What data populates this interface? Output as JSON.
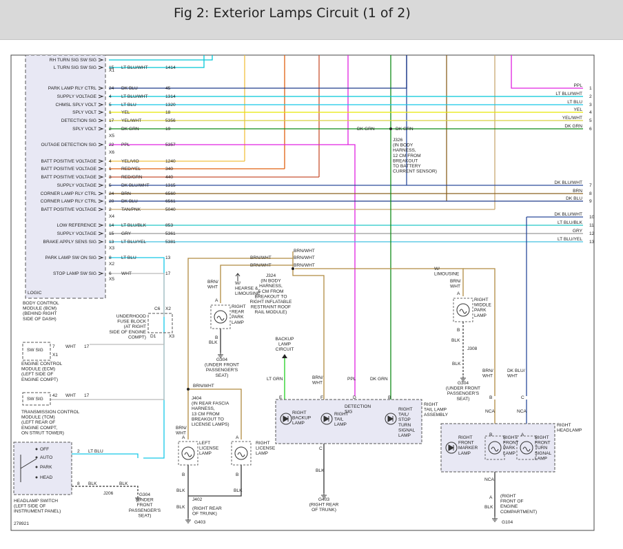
{
  "header": {
    "title": "Fig 2: Exterior Lamps Circuit (1 of 2)"
  },
  "figure_number": "278921",
  "bcm": {
    "label": [
      "LOGIC",
      "BODY CONTROL",
      "MODULE (BCM)",
      "(BEHIND RIGHT",
      "SIDE OF DASH)"
    ],
    "pins": [
      {
        "sig": "RH TURN SIG SW SIG",
        "pin": "",
        "color": "",
        "circuit": ""
      },
      {
        "sig": "L TURN SIG SW SIG",
        "pin": "15",
        "color": "LT BLU/WHT",
        "circuit": "1414"
      },
      {
        "sig": "PARK LAMP RLY CTRL",
        "pin": "24",
        "color": "DK BLU",
        "circuit": "45"
      },
      {
        "sig": "SUPPLY VOLTAGE",
        "pin": "4",
        "color": "LT BLU/WHT",
        "circuit": "1314"
      },
      {
        "sig": "CHMSL SPLY VOLT",
        "pin": "5",
        "color": "LT BLU",
        "circuit": "1320"
      },
      {
        "sig": "SPLY VOLT",
        "pin": "1",
        "color": "YEL",
        "circuit": "18"
      },
      {
        "sig": "DETECTION SIG",
        "pin": "17",
        "color": "YEL/WHT",
        "circuit": "5356"
      },
      {
        "sig": "SPLY VOLT",
        "pin": "2",
        "color": "DK GRN",
        "circuit": "19"
      },
      {
        "sig": "OUTAGE DETECTION SIG",
        "pin": "22",
        "color": "PPL",
        "circuit": "5357"
      },
      {
        "sig": "BATT POSITIVE VOLTAGE",
        "pin": "4",
        "color": "YEL/VIO",
        "circuit": "1240"
      },
      {
        "sig": "BATT POSITIVE VOLTAGE",
        "pin": "1",
        "color": "RED/YEL",
        "circuit": "340"
      },
      {
        "sig": "BATT POSITIVE VOLTAGE",
        "pin": "3",
        "color": "RED/GRN",
        "circuit": "440"
      },
      {
        "sig": "SUPPLY VOLTAGE",
        "pin": "5",
        "color": "DK BLU/WHT",
        "circuit": "1315"
      },
      {
        "sig": "CORNER LAMP RLY CTRL",
        "pin": "24",
        "color": "BRN",
        "circuit": "6560"
      },
      {
        "sig": "CORNER LAMP RLY CTRL",
        "pin": "20",
        "color": "DK BLU",
        "circuit": "6561"
      },
      {
        "sig": "BATT POSITIVE VOLTAGE",
        "pin": "2",
        "color": "TAN/PNK",
        "circuit": "5040"
      },
      {
        "sig": "LOW REFERENCE",
        "pin": "14",
        "color": "LT BLU/BLK",
        "circuit": "853"
      },
      {
        "sig": "SUPPLY VOLTAGE",
        "pin": "15",
        "color": "GRY",
        "circuit": "5361"
      },
      {
        "sig": "BRAKE APPLY SENS SIG",
        "pin": "13",
        "color": "LT BLU/YEL",
        "circuit": "5381"
      },
      {
        "sig": "PARK LAMP SW ON SIG",
        "pin": "8",
        "color": "LT BLU",
        "circuit": "13"
      },
      {
        "sig": "STOP LAMP SW SIG",
        "pin": "6",
        "color": "WHT",
        "circuit": "17"
      }
    ],
    "connectors": [
      "X1",
      "X5",
      "X6",
      "X4",
      "X3",
      "X2",
      "X5"
    ]
  },
  "right_edge": [
    {
      "color": "PPL",
      "num": "1"
    },
    {
      "color": "LT BLU/WHT",
      "num": "2"
    },
    {
      "color": "LT BLU",
      "num": "3"
    },
    {
      "color": "YEL",
      "num": "4"
    },
    {
      "color": "YEL/WHT",
      "num": "5"
    },
    {
      "color": "DK GRN",
      "num": "6"
    },
    {
      "color": "DK BLU/WHT",
      "num": "7"
    },
    {
      "color": "BRN",
      "num": "8"
    },
    {
      "color": "DK BLU",
      "num": "9"
    },
    {
      "color": "DK BLU/WHT",
      "num": "10"
    },
    {
      "color": "LT BLU/BLK",
      "num": "11"
    },
    {
      "color": "GRY",
      "num": "12"
    },
    {
      "color": "LT BLU/YEL",
      "num": "13"
    }
  ],
  "labels": {
    "dk_grn_a": "DK GRN",
    "dk_grn_b": "DK GRN",
    "j326": [
      "J326",
      "(IN BODY",
      "HARNESS,",
      "12 CM FROM",
      "BREAKOUT",
      "TO BATTERY",
      "CURRENT SENSOR)"
    ],
    "underhood_fuse": [
      "UNDERHOOD",
      "FUSE BLOCK",
      "(AT RIGHT",
      "SIDE OF ENGINE",
      "COMPT)"
    ],
    "c6": "C6",
    "x2": "X2",
    "d1": "D1",
    "x3": "X3",
    "ecm": [
      "ENGINE CONTROL",
      "MODULE (ECM)",
      "(LEFT SIDE OF",
      "ENGINE COMPT)"
    ],
    "ecm_sig": "SW SIG",
    "ecm_pin": "7",
    "ecm_color": "WHT",
    "ecm_circuit": "17",
    "ecm_conn": "X1",
    "tcm": [
      "TRANSMISSION CONTROL",
      "MODULE (TCM)",
      "(LEFT REAR OF",
      "ENGINE COMPT,",
      "ON STRUT TOWER)"
    ],
    "tcm_sig": "SW SIG",
    "tcm_pin": "42",
    "tcm_color": "WHT",
    "tcm_circuit": "17",
    "headlamp_sw": [
      "HEADLAMP SWITCH",
      "(LEFT SIDE OF",
      "INSTRUMENT PANEL)"
    ],
    "sw_positions": [
      "OFF",
      "AUTO",
      "PARK",
      "HEAD"
    ],
    "sw_pin2": "2",
    "sw_ltblu": "LT BLU",
    "sw_pin8": "8",
    "sw_blk": "BLK",
    "j206": "J206",
    "sw_blk2": "BLK",
    "g304_a": [
      "G304",
      "(UNDER",
      "FRONT",
      "PASSENGER'S",
      "SEAT)"
    ],
    "brn_wht_1": "BRN/WHT",
    "brn_wht_2": "BRN/WHT",
    "brn_wht_3": "BRN/WHT",
    "brn_wht_4": "BRN/WHT",
    "brn_wht_5": "BRN/WHT",
    "hearse": [
      "W/",
      "HEARSE &",
      "LIMOUSINE"
    ],
    "brn_wht_rrpark": [
      "BRN/",
      "WHT"
    ],
    "j324": [
      "J324",
      "(IN BODY",
      "HARNESS,",
      "5 CM FROM",
      "BREAKOUT TO",
      "RIGHT INFLATABLE",
      "RESTRAINT ROOF",
      "RAIL MODULE)"
    ],
    "rr_park": [
      "RIGHT",
      "REAR",
      "PARK",
      "LAMP"
    ],
    "g304_b": [
      "G304",
      "(UNDER FRONT",
      "PASSENGER'S",
      "SEAT)"
    ],
    "backup_circuit": [
      "BACKUP",
      "LAMP",
      "CIRCUIT"
    ],
    "w_limousine": [
      "W/",
      "LIMOUSINE"
    ],
    "brn_wht_mid": [
      "BRN/",
      "WHT"
    ],
    "rm_park": [
      "RIGHT",
      "MIDDLE",
      "PARK",
      "LAMP"
    ],
    "j308": "J308",
    "g304_c": [
      "G304",
      "(UNDER FRONT",
      "PASSENGER'S",
      "SEAT)"
    ],
    "j404": [
      "J404",
      "(IN REAR FASCIA",
      "HARNESS,",
      "13 CM FROM",
      "BREAKOUT TO",
      "LICENSE LAMPS)"
    ],
    "brn_wht_lic": [
      "BRN/",
      "WHT"
    ],
    "left_license": [
      "LEFT",
      "LICENSE",
      "LAMP"
    ],
    "right_license": [
      "RIGHT",
      "LICENSE",
      "LAMP"
    ],
    "j402": "J402",
    "g403_a": [
      "(RIGHT REAR",
      "OF TRUNK)"
    ],
    "g403_a_name": "G403",
    "lt_grn": "LT GRN",
    "brn_wht_tail": [
      "BRN/",
      "WHT"
    ],
    "ppl_tail": "PPL",
    "dk_grn_tail": "DK GRN",
    "detection_sig": [
      "DETECTION",
      "SIG"
    ],
    "right_backup": [
      "RIGHT",
      "BACKUP",
      "LAMP"
    ],
    "right_tail": [
      "RIGHT",
      "TAIL",
      "LAMP"
    ],
    "right_stop": [
      "RIGHT",
      "TAIL/",
      "STOP",
      "TURN",
      "SIGNAL",
      "LAMP"
    ],
    "tail_assembly": [
      "RIGHT",
      "TAIL LAMP",
      "ASSEMBLY"
    ],
    "g403_b": [
      "G403",
      "(RIGHT REAR",
      "OF TRUNK)"
    ],
    "brn_wht_fr": [
      "BRN/",
      "WHT"
    ],
    "dk_blu_wht_fr": [
      "DK BLU/",
      "WHT"
    ],
    "nca": "NCA",
    "right_headlamp": [
      "RIGHT",
      "HEADLAMP"
    ],
    "front_marker": [
      "RIGHT",
      "FRONT",
      "MARKER",
      "LAMP"
    ],
    "front_park": [
      "RIGHT",
      "FRONT",
      "PARK",
      "LAMP"
    ],
    "front_turn": [
      "RIGHT",
      "FRONT",
      "TURN",
      "SIGNAL",
      "LAMP"
    ],
    "g104": [
      "(RIGHT",
      "FRONT OF",
      "ENGINE",
      "COMPARTMENT)"
    ],
    "g104_name": "G104",
    "blk": "BLK"
  }
}
